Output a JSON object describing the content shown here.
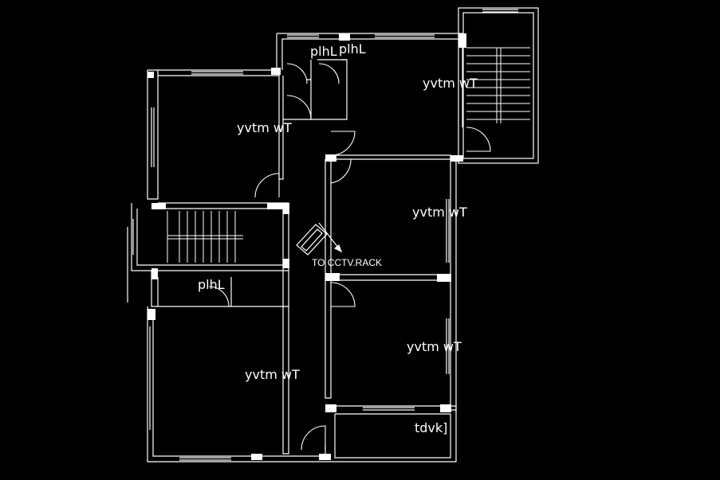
{
  "rooms": {
    "top_right": "yvtm  wT",
    "upper_left": "yvtm  wT",
    "middle_right": "yvtm  wT",
    "lower_right": "yvtm  wT",
    "lower_left": "yvtm  wT"
  },
  "toilets": {
    "toilet_a": "plhL",
    "toilet_b": "plhL",
    "toilet_c": "plhL"
  },
  "utility": {
    "label": "tdvk]"
  },
  "annotation": {
    "cctv": "TO  CCTV.RACK"
  },
  "colors": {
    "background": "#000000",
    "lines": "#ffffff"
  }
}
